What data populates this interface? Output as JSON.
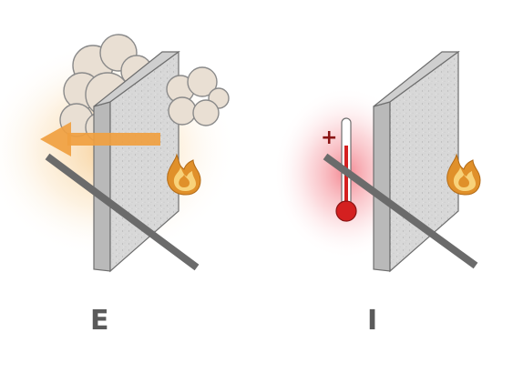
{
  "panels": [
    {
      "id": "e",
      "label": "E"
    },
    {
      "id": "i",
      "label": "I"
    }
  ],
  "thermometer": {
    "sign": "+"
  },
  "colors": {
    "panel_front": "#d6d6d6",
    "panel_edge": "#b9b9b9",
    "outline": "#6e6e6e",
    "rod": "#6b6b6b",
    "arrow": "#f0a040",
    "flame_outer": "#e0902a",
    "flame_inner": "#f8d27a",
    "smoke_fill": "#e9dfd3",
    "heat_glow": "#f6c98a",
    "thermo_red": "#d42020",
    "red_glow": "#f37b86",
    "label": "#5a5a5a"
  }
}
